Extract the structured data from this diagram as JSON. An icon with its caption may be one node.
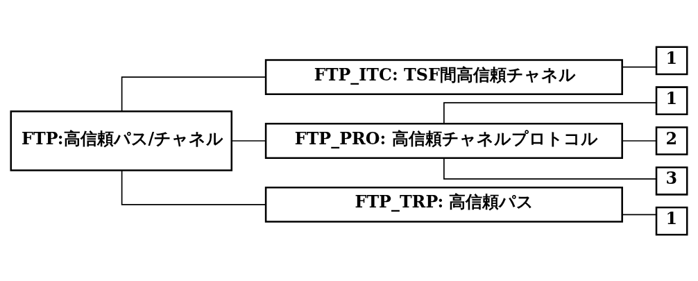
{
  "diagram": {
    "nodes": [
      {
        "text": [
          "FTP:高信頼パス/チャネル"
        ]
      },
      {
        "text": [
          "FTP_ITC: TSF間高信頼チャネル"
        ]
      },
      {
        "text": [
          "1"
        ]
      },
      {
        "text": [
          "FTP_PRO: 高信頼チャネルプロトコル"
        ]
      },
      {
        "text": [
          "1"
        ]
      },
      {
        "text": [
          "2"
        ]
      },
      {
        "text": [
          "3"
        ]
      },
      {
        "text": [
          "FTP_TRP: 高信頼パス"
        ]
      },
      {
        "text": [
          "1"
        ]
      }
    ],
    "edges": [
      {
        "from": 0,
        "to": 1,
        "arrow": "none"
      },
      {
        "from": 0,
        "to": 3,
        "arrow": "none"
      },
      {
        "from": 0,
        "to": 7,
        "arrow": "none"
      },
      {
        "from": 1,
        "to": 2,
        "arrow": "none"
      },
      {
        "from": 3,
        "to": 4,
        "arrow": "none"
      },
      {
        "from": 3,
        "to": 5,
        "arrow": "none"
      },
      {
        "from": 3,
        "to": 6,
        "arrow": "none"
      },
      {
        "from": 7,
        "to": 8,
        "arrow": "none"
      }
    ]
  }
}
